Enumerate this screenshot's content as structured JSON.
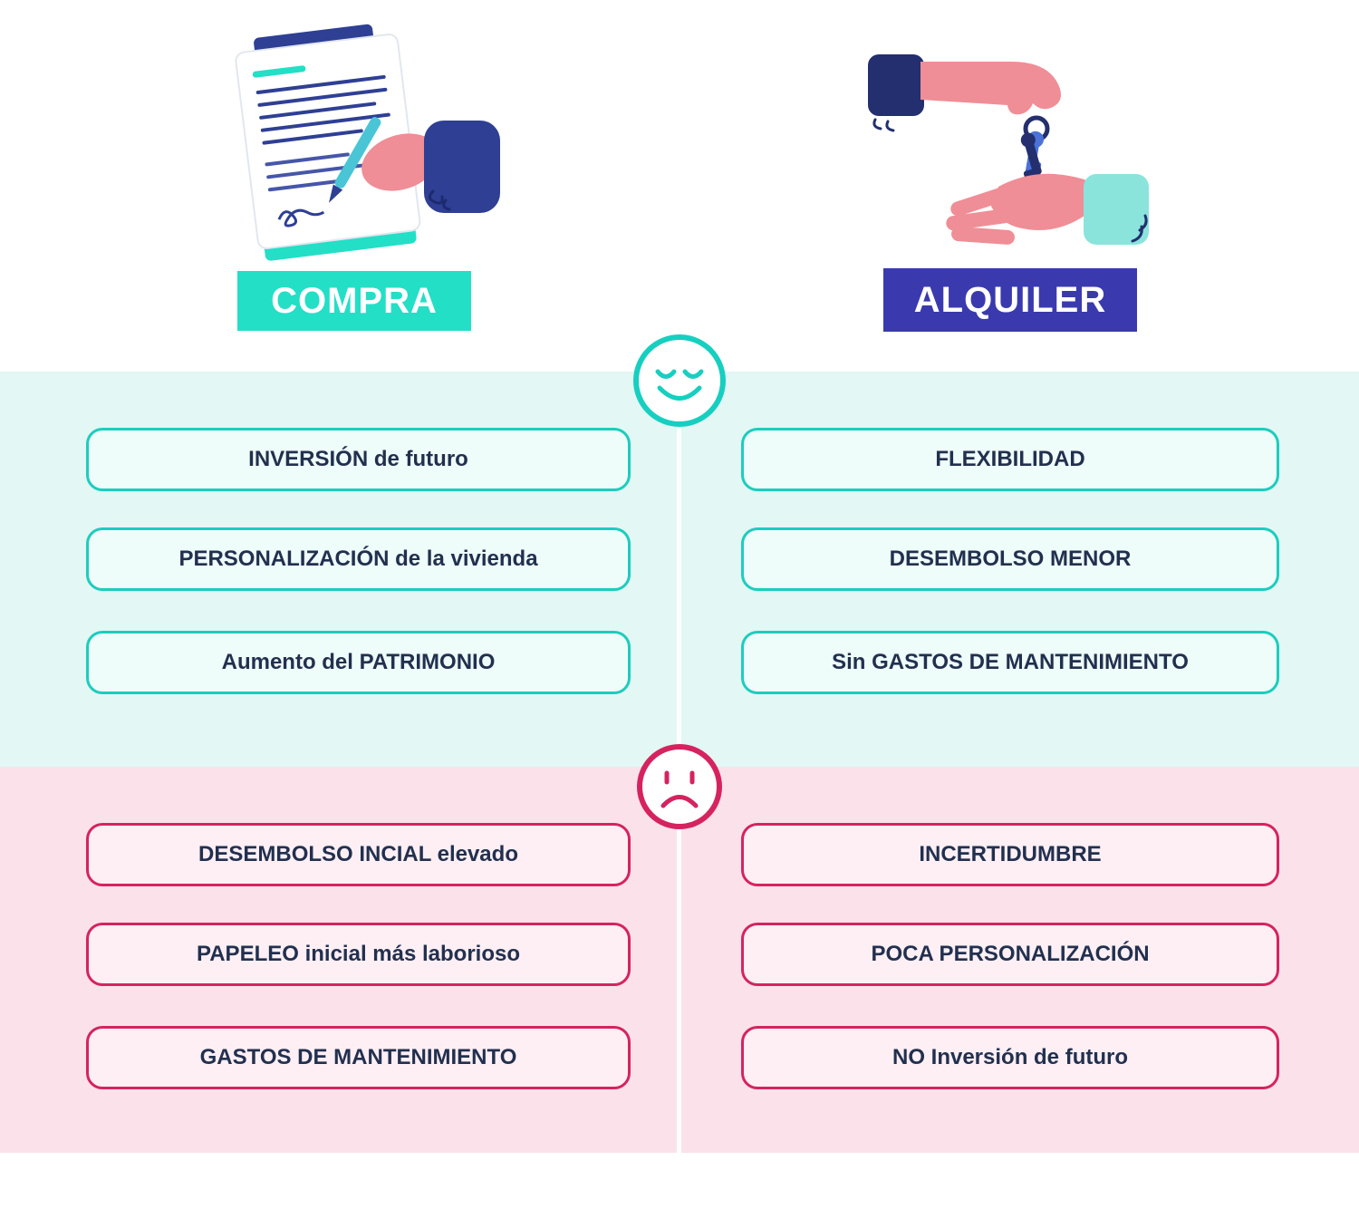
{
  "headers": {
    "left": {
      "label": "COMPRA",
      "background": "#23DFC6",
      "text_color": "#FFFFFF"
    },
    "right": {
      "label": "ALQUILER",
      "background": "#3A3AAE",
      "text_color": "#FFFFFF"
    }
  },
  "sections": {
    "pros": {
      "mood": "happy",
      "background": "#E3F7F4",
      "pill_border": "#1CCDBD",
      "left_items": [
        "INVERSIÓN de futuro",
        "PERSONALIZACIÓN de la vivienda",
        "Aumento del PATRIMONIO"
      ],
      "right_items": [
        "FLEXIBILIDAD",
        "DESEMBOLSO MENOR",
        "Sin GASTOS DE MANTENIMIENTO"
      ]
    },
    "cons": {
      "mood": "sad",
      "background": "#FBE2EA",
      "pill_border": "#D62360",
      "left_items": [
        "DESEMBOLSO INCIAL elevado",
        "PAPELEO inicial más laborioso",
        "GASTOS DE MANTENIMIENTO"
      ],
      "right_items": [
        "INCERTIDUMBRE",
        "POCA PERSONALIZACIÓN",
        "NO Inversión de futuro"
      ]
    }
  },
  "icons": {
    "happy_face": "happy-face-icon",
    "sad_face": "sad-face-icon",
    "left_illustration": "contract-signing-illustration",
    "right_illustration": "keys-handover-illustration"
  }
}
